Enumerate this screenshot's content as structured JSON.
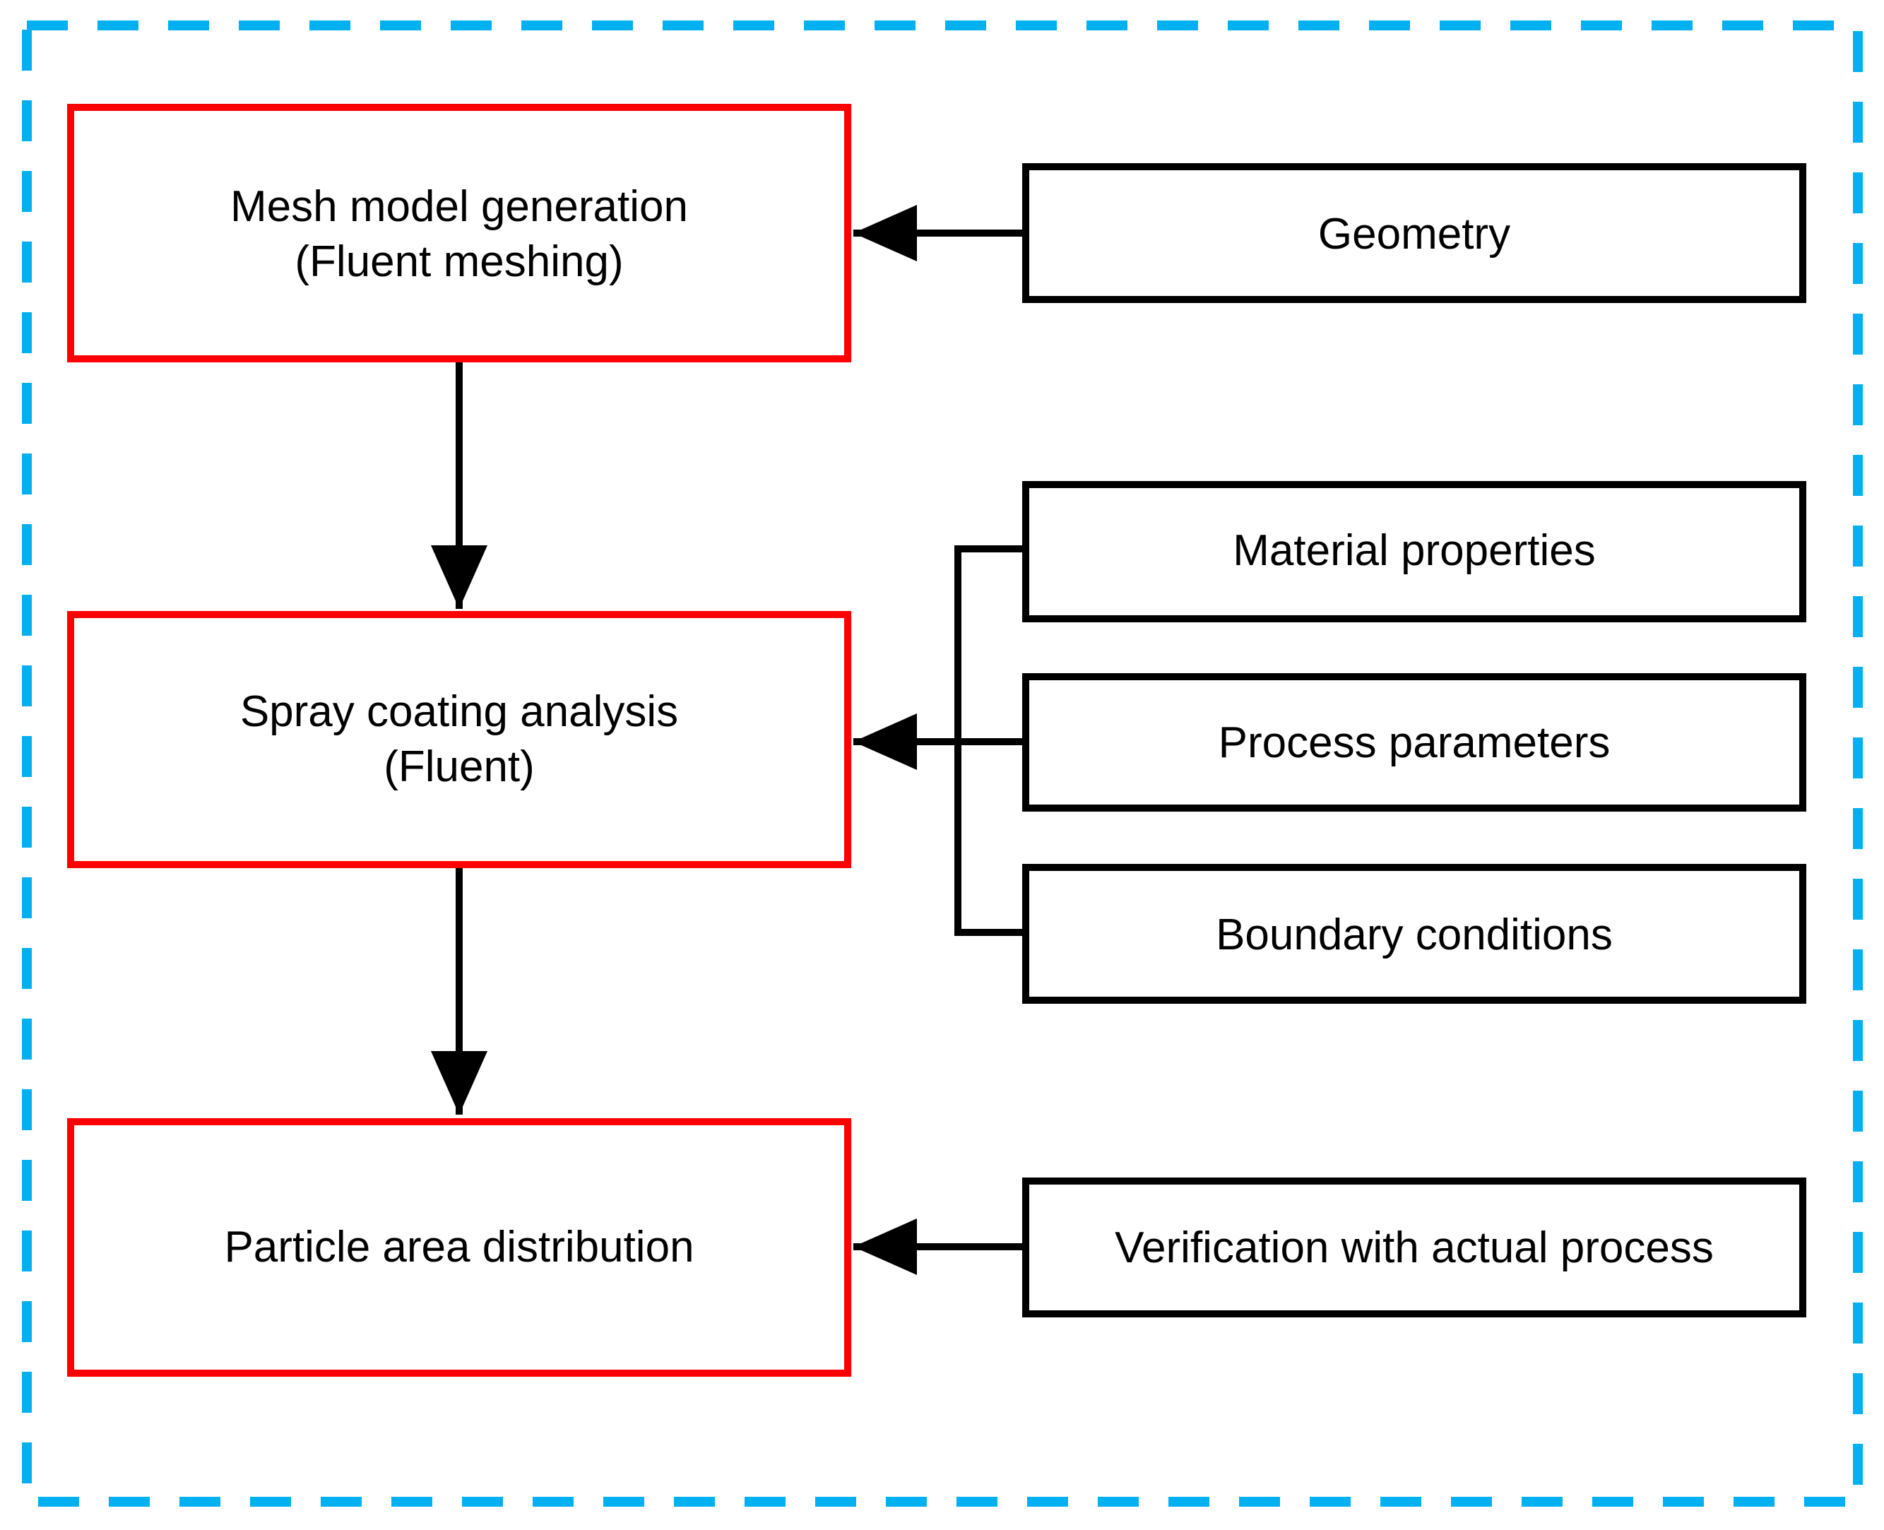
{
  "colors": {
    "frame": "#00b0f0",
    "process_border": "#ff0000",
    "input_border": "#000000",
    "connector": "#000000",
    "background": "#ffffff",
    "text": "#000000"
  },
  "process_steps": [
    {
      "id": "mesh",
      "line1": "Mesh model generation",
      "line2": "(Fluent meshing)"
    },
    {
      "id": "spray",
      "line1": "Spray coating analysis",
      "line2": "(Fluent)"
    },
    {
      "id": "particle",
      "line1": "Particle area distribution"
    }
  ],
  "inputs": [
    {
      "id": "geometry",
      "label": "Geometry",
      "target": "mesh"
    },
    {
      "id": "material",
      "label": "Material properties",
      "target": "spray"
    },
    {
      "id": "process",
      "label": "Process parameters",
      "target": "spray"
    },
    {
      "id": "boundary",
      "label": "Boundary conditions",
      "target": "spray"
    },
    {
      "id": "verification",
      "label": "Verification with actual process",
      "target": "particle"
    }
  ]
}
